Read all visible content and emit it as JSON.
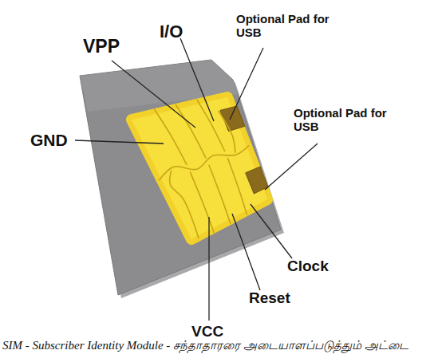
{
  "diagram": {
    "caption": "SIM - Subscriber Identity Module - சந்தாதாரரை அடையாளப்படுத்தும் அட்டை",
    "labels": [
      "VPP",
      "I/O",
      "Optional Pad for USB",
      "GND",
      "Optional Pad for USB",
      "Clock",
      "Reset",
      "VCC"
    ]
  }
}
